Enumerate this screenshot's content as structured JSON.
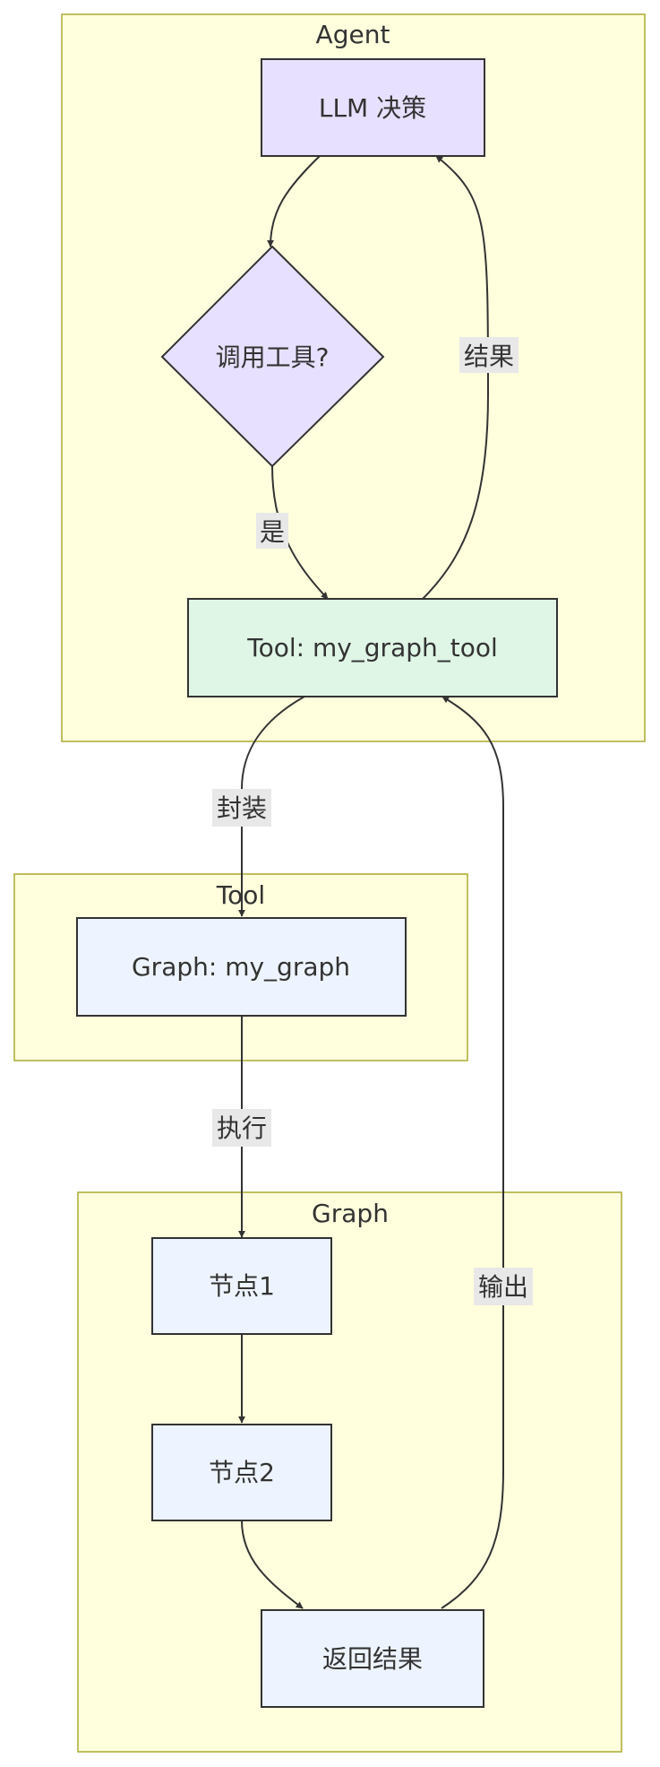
{
  "colors": {
    "cluster_fill": "#ffffde",
    "cluster_stroke": "#aaaa33",
    "decision_fill": "#e8e0ff",
    "tool_fill": "#dff5e6",
    "graph_node_fill": "#eef4ff",
    "line": "#333333"
  },
  "clusters": {
    "agent": "Agent",
    "tool": "Tool",
    "graph": "Graph"
  },
  "nodes": {
    "llm": "LLM 决策",
    "decision": "调用工具?",
    "tool_node": "Tool: my_graph_tool",
    "graph_node": "Graph: my_graph",
    "node1": "节点1",
    "node2": "节点2",
    "return": "返回结果"
  },
  "edges": {
    "yes": "是",
    "result": "结果",
    "wrap": "封装",
    "execute": "执行",
    "output": "输出"
  }
}
